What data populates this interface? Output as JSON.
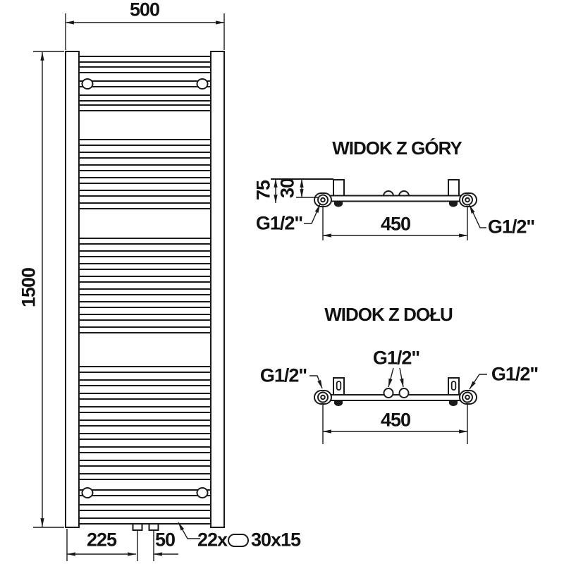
{
  "drawing": {
    "front_view": {
      "width_label": "500",
      "height_label": "1500",
      "bottom_offset_label": "225",
      "bottom_spacing_label": "50",
      "tube_count_label": "22x",
      "tube_size_label": "30x15",
      "rung_ys": [
        80,
        95,
        115,
        135,
        149,
        198,
        216,
        234,
        252,
        270,
        288,
        338,
        356,
        374,
        392,
        410,
        428,
        446,
        464,
        520,
        539,
        558,
        577,
        596,
        615,
        634,
        653,
        672,
        695,
        716,
        735
      ]
    },
    "top_view": {
      "title": "WIDOK Z GÓRY",
      "depth_label": "75",
      "offset_label": "30",
      "spacing_label": "450",
      "left_connection_label": "G1/2\"",
      "right_connection_label": "G1/2\""
    },
    "bottom_view": {
      "title": "WIDOK Z DOŁU",
      "spacing_label": "450",
      "left_connection_label": "G1/2\"",
      "right_connection_label": "G1/2\"",
      "center_connection_label": "G1/2\""
    }
  },
  "colors": {
    "line": "#1a1a1a",
    "background": "#ffffff"
  }
}
